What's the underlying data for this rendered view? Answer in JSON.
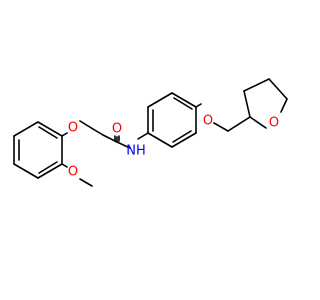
{
  "structure": {
    "atom_labels": {
      "ketone_oxygen": "O",
      "ether_oxygen_1": "O",
      "methoxy_oxygen": "O",
      "amide_nitrogen": "NH",
      "ether_oxygen_2": "O",
      "ring_oxygen": "O"
    },
    "colors": {
      "bond": "#000000",
      "oxygen": "#ff0000",
      "nitrogen": "#0000ff",
      "background": "#ffffff"
    }
  }
}
